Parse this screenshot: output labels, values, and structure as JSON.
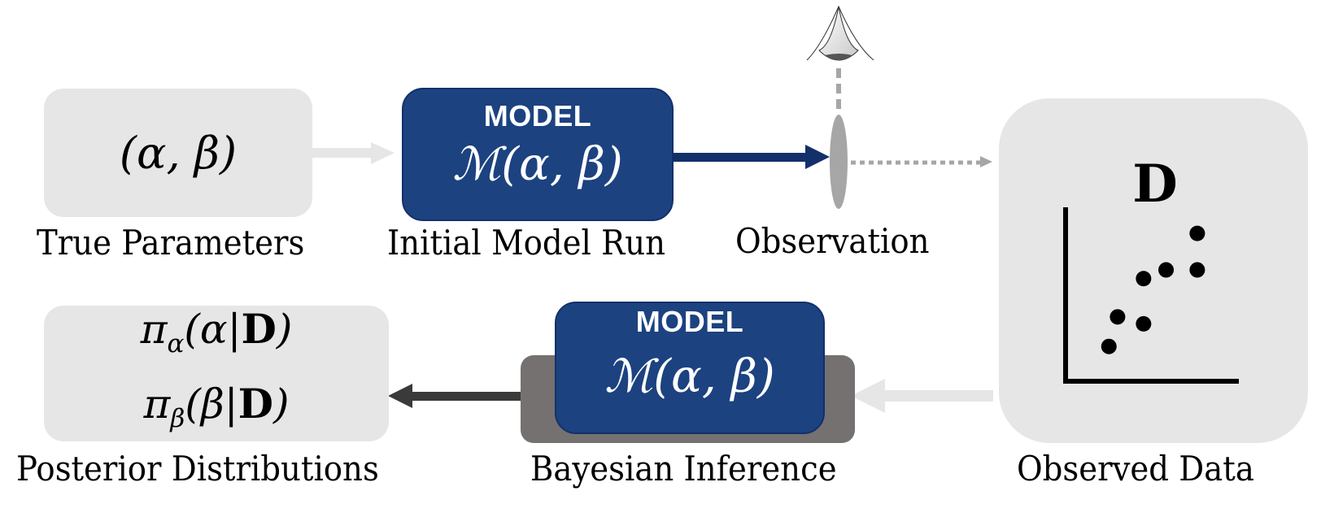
{
  "nodes": {
    "true_params": {
      "formula": "(α, β)",
      "label": "True Parameters"
    },
    "initial_run": {
      "title": "MODEL",
      "formula_script": "ℳ",
      "formula_args": "(α, β)",
      "label": "Initial Model Run"
    },
    "observation": {
      "label": "Observation"
    },
    "observed_data": {
      "symbol": "D",
      "label": "Observed Data"
    },
    "bayesian": {
      "title": "MODEL",
      "formula_script": "ℳ",
      "formula_args": "(α, β)",
      "label": "Bayesian Inference"
    },
    "posterior": {
      "line1": {
        "pi": "π",
        "sub": "α",
        "arg": "(α|",
        "bold": "D",
        "close": ")"
      },
      "line2": {
        "pi": "π",
        "sub": "β",
        "arg": "(β|",
        "bold": "D",
        "close": ")"
      },
      "label": "Posterior Distributions"
    }
  },
  "scatter_points": [
    [
      0.25,
      0.2
    ],
    [
      0.3,
      0.37
    ],
    [
      0.45,
      0.33
    ],
    [
      0.45,
      0.59
    ],
    [
      0.58,
      0.64
    ],
    [
      0.76,
      0.64
    ],
    [
      0.76,
      0.85
    ]
  ],
  "colors": {
    "model_blue": "#1c4280",
    "box_grey": "#e6e6e6",
    "arrow_dark": "#3a3a3a",
    "arrow_light": "#e6e6e6",
    "observation_grey": "#a6a6a6",
    "bayes_shadow": "#757171"
  }
}
